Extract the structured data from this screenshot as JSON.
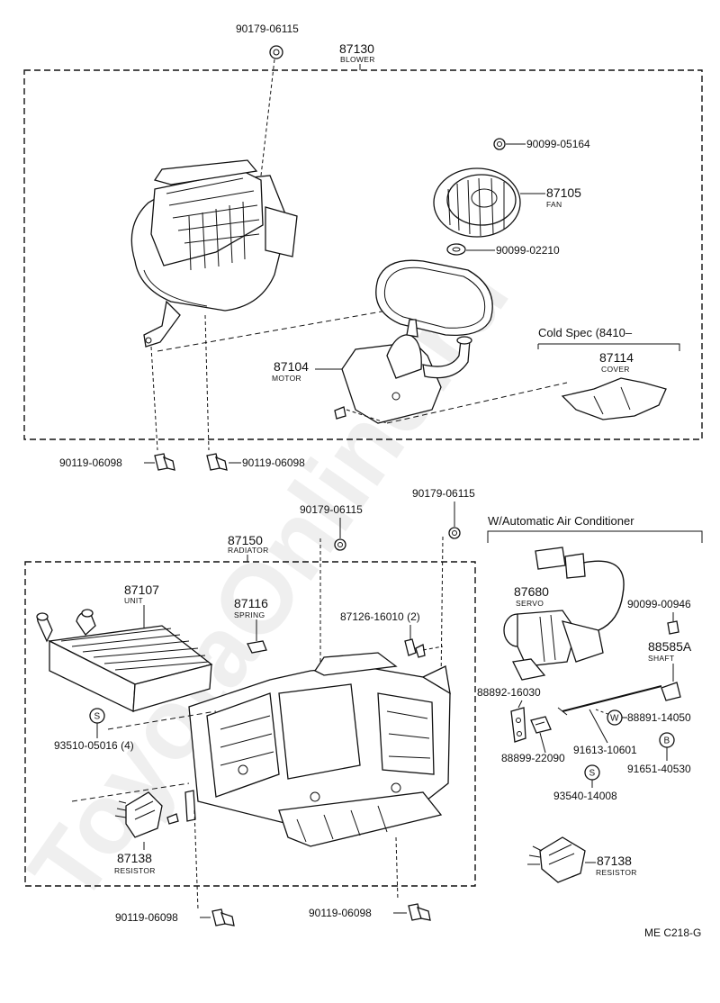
{
  "watermark": "ToyotaOnline.ru",
  "diagram_code": "ME C218-G",
  "blower_group": {
    "part_no": "87130",
    "caption": "BLOWER",
    "clip_top": "90179-06115",
    "nut": "90099-05164",
    "fan": {
      "part_no": "87105",
      "caption": "FAN"
    },
    "washer": "90099-02210",
    "motor": {
      "part_no": "87104",
      "caption": "MOTOR"
    },
    "cold_spec": "Cold Spec (8410–",
    "cover": {
      "part_no": "87114",
      "caption": "COVER"
    },
    "bolt_left": "90119-06098",
    "bolt_right": "90119-06098"
  },
  "radiator_group": {
    "part_no": "87150",
    "caption": "RADIATOR",
    "clip_a": "90179-06115",
    "clip_b": "90179-06115",
    "unit": {
      "part_no": "87107",
      "caption": "UNIT"
    },
    "spring": {
      "part_no": "87116",
      "caption": "SPRING"
    },
    "clip_c": "87126-16010 (2)",
    "screw": "93510-05016 (4)",
    "resistor": {
      "part_no": "87138",
      "caption": "RESISTOR"
    },
    "bolt_left": "90119-06098",
    "bolt_right": "90119-06098"
  },
  "auto_ac_group": {
    "title": "W/Automatic Air Conditioner",
    "servo": {
      "part_no": "87680",
      "caption": "SERVO"
    },
    "bolt": "90099-00946",
    "shaft": {
      "part_no": "88585A",
      "caption": "SHAFT"
    },
    "bracket": "88892-16030",
    "clip": "88891-14050",
    "rod": "91613-10601",
    "screw_b": "91651-40530",
    "connector": "88899-22090",
    "screw_s": "93540-14008",
    "resistor": {
      "part_no": "87138",
      "caption": "RESISTOR"
    }
  },
  "markers": {
    "s": "S",
    "w": "W",
    "b": "B"
  }
}
